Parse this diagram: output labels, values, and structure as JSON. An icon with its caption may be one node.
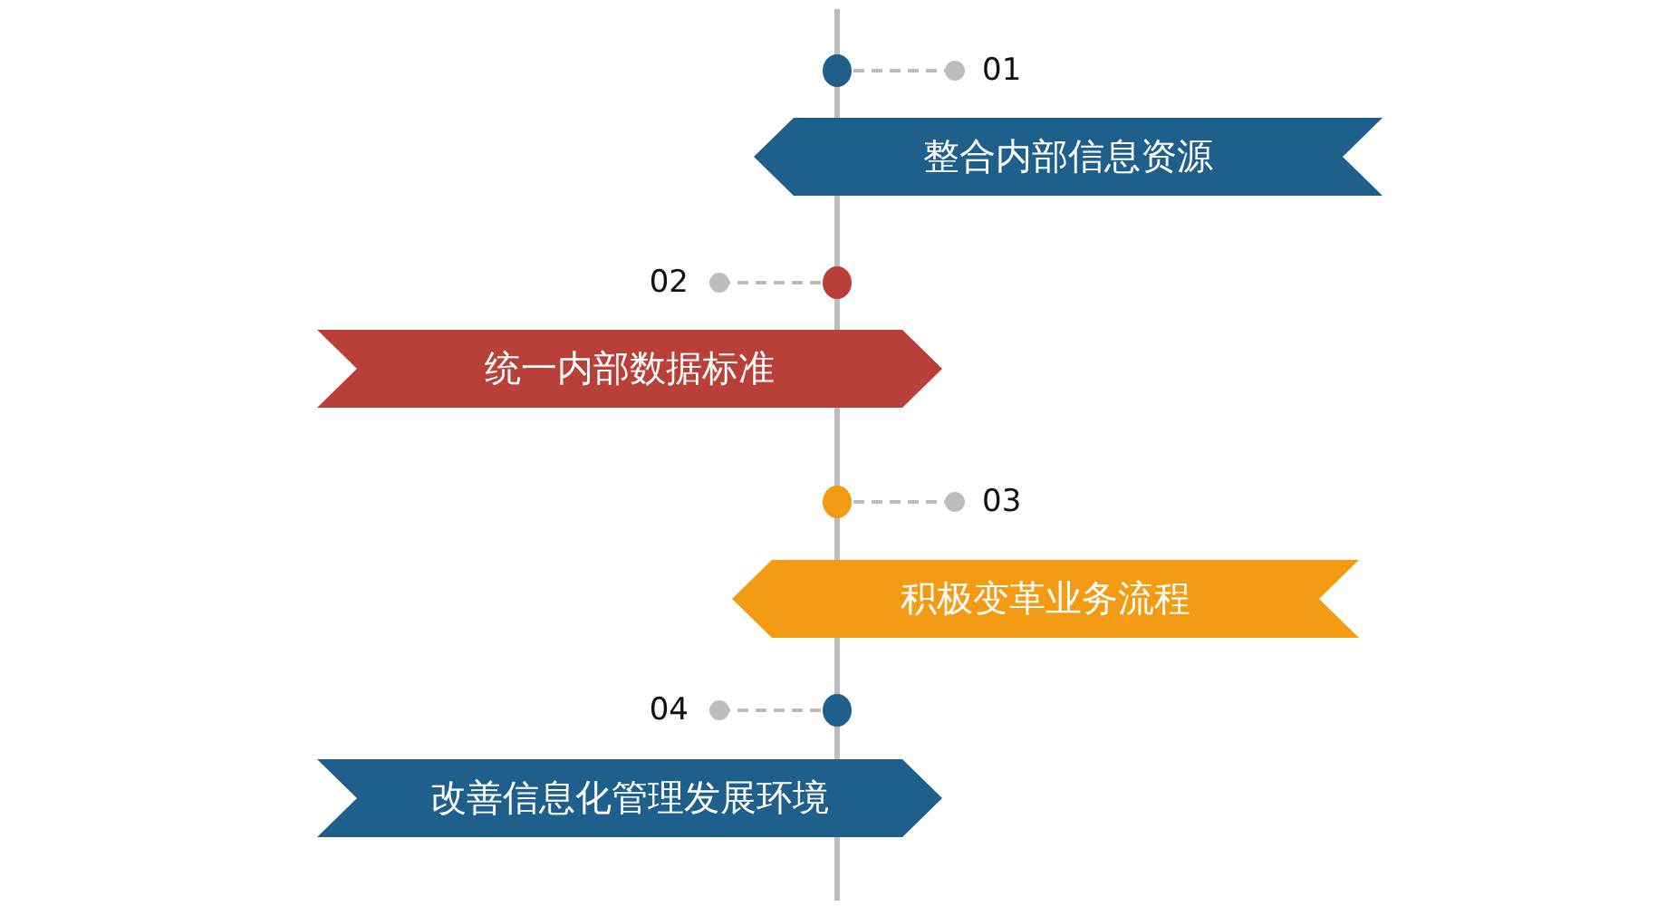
{
  "diagram": {
    "nodes": [
      {
        "text": [
          "整合内部信息资源"
        ]
      },
      {
        "text": [
          "统一内部数据标准"
        ]
      },
      {
        "text": [
          "积极变革业务流程"
        ]
      },
      {
        "text": [
          "改善信息化管理发展环境"
        ]
      },
      {
        "text": [
          "01"
        ]
      },
      {
        "text": [
          "02"
        ]
      },
      {
        "text": [
          "03"
        ]
      },
      {
        "text": [
          "04"
        ]
      },
      {
        "text": [],
        "shape": "circle"
      },
      {
        "text": [],
        "shape": "circle"
      },
      {
        "text": [],
        "shape": "circle"
      },
      {
        "text": [],
        "shape": "circle"
      }
    ],
    "edges": [
      {
        "from": 4,
        "to": 8,
        "arrow": "other",
        "style": "dashed"
      },
      {
        "from": 5,
        "to": 9,
        "arrow": "other",
        "style": "dashed"
      },
      {
        "from": 6,
        "to": 10,
        "arrow": "other",
        "style": "dashed"
      },
      {
        "from": 7,
        "to": 11,
        "arrow": "other",
        "style": "dashed"
      }
    ]
  }
}
